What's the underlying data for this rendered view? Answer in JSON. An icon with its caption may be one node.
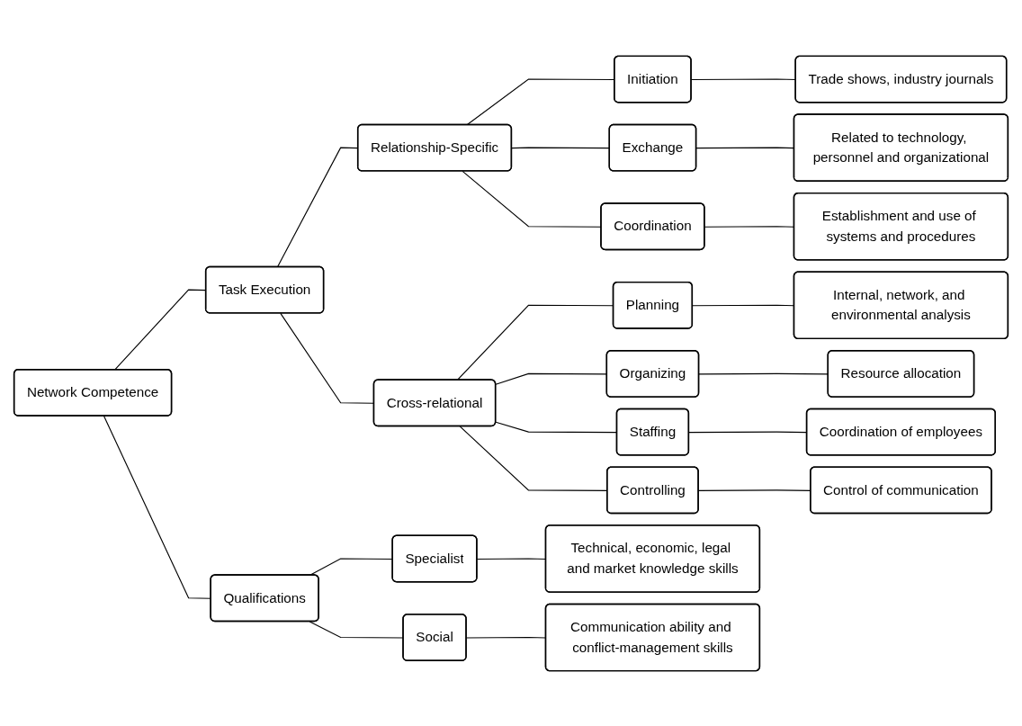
{
  "diagram": {
    "nodes": [
      {
        "text": [
          "Network Competence"
        ]
      },
      {
        "text": [
          "Task Execution"
        ]
      },
      {
        "text": [
          "Relationship-Specific"
        ]
      },
      {
        "text": [
          "Initiation"
        ]
      },
      {
        "text": [
          "Trade shows, industry journals"
        ]
      },
      {
        "text": [
          "Exchange"
        ]
      },
      {
        "text": [
          "Related to technology, personnel and organizational"
        ]
      },
      {
        "text": [
          "Coordination"
        ]
      },
      {
        "text": [
          "Establishment and use of systems and procedures"
        ]
      },
      {
        "text": [
          "Cross-relational"
        ]
      },
      {
        "text": [
          "Planning"
        ]
      },
      {
        "text": [
          "Internal, network, and environmental analysis"
        ]
      },
      {
        "text": [
          "Organizing"
        ]
      },
      {
        "text": [
          "Resource allocation"
        ]
      },
      {
        "text": [
          "Staffing"
        ]
      },
      {
        "text": [
          "Coordination of employees"
        ]
      },
      {
        "text": [
          "Controlling"
        ]
      },
      {
        "text": [
          "Control of communication"
        ]
      },
      {
        "text": [
          "Qualifications"
        ]
      },
      {
        "text": [
          "Specialist"
        ]
      },
      {
        "text": [
          "Technical, economic, legal and market knowledge skills"
        ]
      },
      {
        "text": [
          "Social"
        ]
      },
      {
        "text": [
          "Communication ability and conflict-management skills"
        ]
      }
    ],
    "edges": [
      {
        "from": 0,
        "to": 1,
        "arrow": "none"
      },
      {
        "from": 1,
        "to": 2,
        "arrow": "none"
      },
      {
        "from": 2,
        "to": 3,
        "arrow": "none"
      },
      {
        "from": 3,
        "to": 4,
        "arrow": "none"
      },
      {
        "from": 2,
        "to": 5,
        "arrow": "none"
      },
      {
        "from": 5,
        "to": 6,
        "arrow": "none"
      },
      {
        "from": 2,
        "to": 7,
        "arrow": "none"
      },
      {
        "from": 7,
        "to": 8,
        "arrow": "none"
      },
      {
        "from": 1,
        "to": 9,
        "arrow": "none"
      },
      {
        "from": 9,
        "to": 10,
        "arrow": "none"
      },
      {
        "from": 10,
        "to": 11,
        "arrow": "none"
      },
      {
        "from": 9,
        "to": 12,
        "arrow": "none"
      },
      {
        "from": 12,
        "to": 13,
        "arrow": "none"
      },
      {
        "from": 9,
        "to": 14,
        "arrow": "none"
      },
      {
        "from": 14,
        "to": 15,
        "arrow": "none"
      },
      {
        "from": 9,
        "to": 16,
        "arrow": "none"
      },
      {
        "from": 16,
        "to": 17,
        "arrow": "none"
      },
      {
        "from": 0,
        "to": 18,
        "arrow": "none"
      },
      {
        "from": 18,
        "to": 19,
        "arrow": "none"
      },
      {
        "from": 19,
        "to": 20,
        "arrow": "none"
      },
      {
        "from": 18,
        "to": 21,
        "arrow": "none"
      },
      {
        "from": 21,
        "to": 22,
        "arrow": "none"
      }
    ]
  }
}
